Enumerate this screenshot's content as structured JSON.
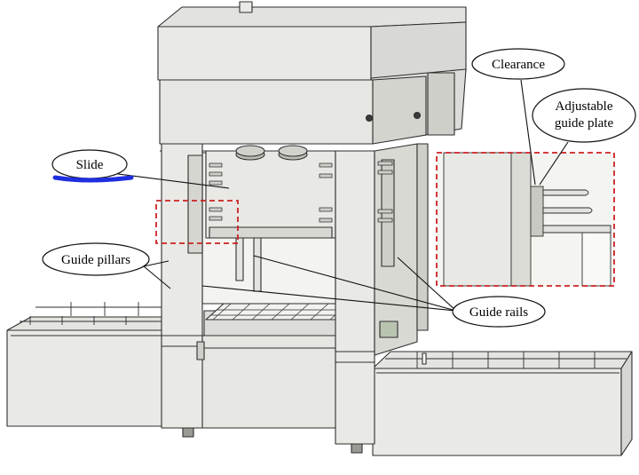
{
  "labels": {
    "slide": "Slide",
    "guide_pillars": "Guide pillars",
    "guide_rails": "Guide rails",
    "clearance": "Clearance",
    "adjustable_line1": "Adjustable",
    "adjustable_line2": "guide plate"
  },
  "colors": {
    "machine_fill": "#e9e9e6",
    "machine_shade": "#d9d9d5",
    "machine_dark": "#c8c8c3",
    "outline": "#2e2e2e",
    "highlight_box": "#cc2222",
    "slide_underline": "#1f2fe0",
    "label_bg": "#ffffff"
  }
}
